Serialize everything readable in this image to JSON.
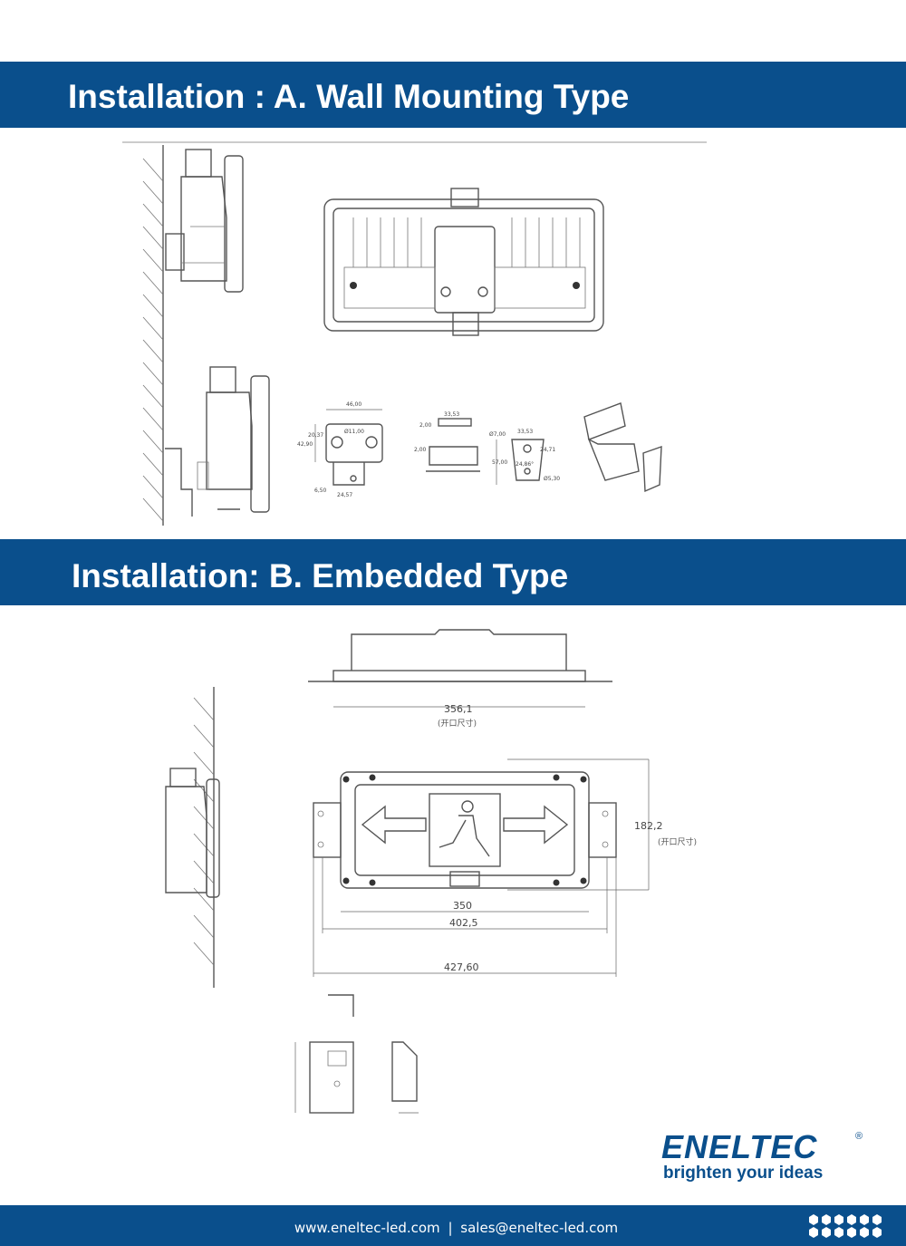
{
  "sectionA": {
    "title": "Installation : A. Wall Mounting Type"
  },
  "sectionB": {
    "title": "Installation: B. Embedded  Type"
  },
  "drawingA": {
    "dims": [
      "46,00",
      "20,37",
      "42,90",
      "Ø11,00",
      "6,50",
      "24,57",
      "33,53",
      "2,00",
      "2,00",
      "Ø7,00",
      "33,53",
      "24,71",
      "57,00",
      "24,86°",
      "Ø5,30"
    ]
  },
  "drawingB": {
    "dim_top_width": "356,1",
    "dim_top_note": "(开口尺寸)",
    "dim_height": "182,2",
    "dim_height_note": "(开口尺寸)",
    "dim_350": "350",
    "dim_402": "402,5",
    "dim_427": "427,60"
  },
  "brand": {
    "name": "ENELTEC",
    "registered": "®",
    "slogan": "brighten your ideas"
  },
  "footer": {
    "website": "www.eneltec-led.com",
    "separator": "|",
    "email": "sales@eneltec-led.com"
  },
  "colors": {
    "band": "#0a4f8c",
    "brand": "#0a4f8c"
  }
}
